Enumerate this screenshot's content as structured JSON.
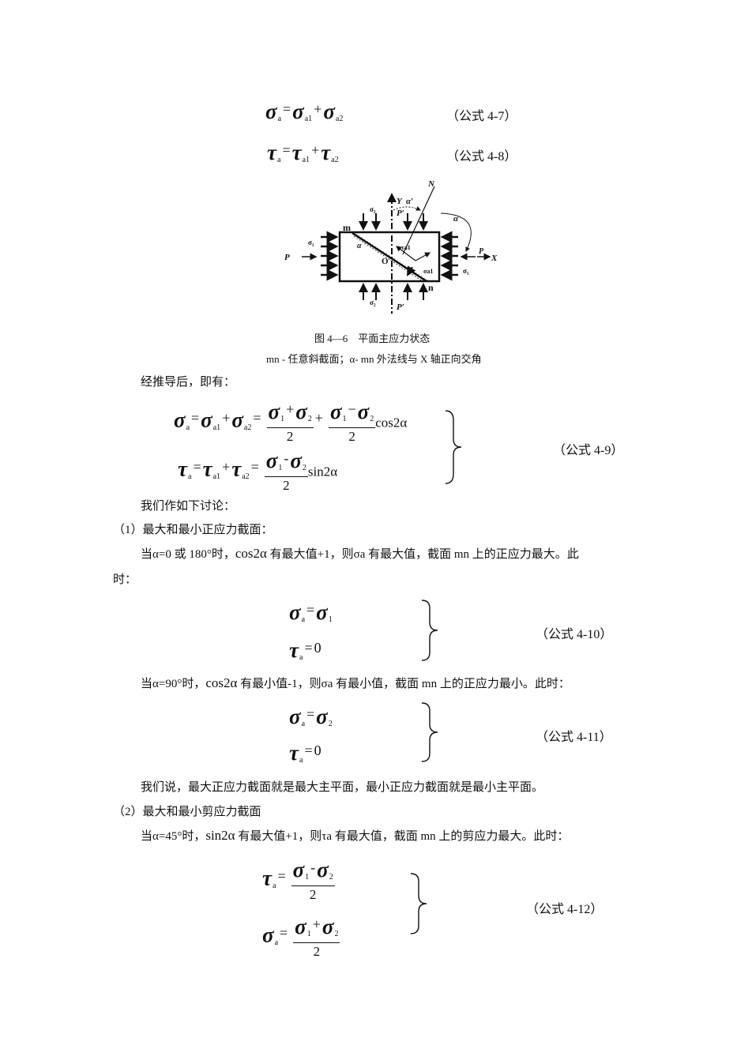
{
  "equations": {
    "sym_sigma": "σ",
    "sym_tau": "τ",
    "sub_a": "a",
    "sub_a1": "a1",
    "sub_a2": "a2",
    "sub_1": "1",
    "sub_2": "2",
    "eq_sign": "=",
    "plus": "+",
    "minus": "−",
    "hyphen_minus": "-",
    "two": "2",
    "zero": "0",
    "cos2a": "cos2α",
    "sin2a": "sin2α"
  },
  "tags": {
    "t47": "（公式 4-7）",
    "t48": "（公式 4-8）",
    "t49": "（公式 4-9）",
    "t410": "（公式 4-10）",
    "t411": "（公式 4-11）",
    "t412": "（公式 4-12）"
  },
  "figure": {
    "labels": {
      "N": "N",
      "Y": "Y",
      "alpha_prime": "α′",
      "P_prime_top": "P′",
      "P_prime_bottom": "P′",
      "alpha_right": "α",
      "sigma2_top": "σ₂",
      "sigma2_bottom": "σ₂",
      "m": "m",
      "sigma1_left": "σ₁",
      "sigma1_right": "σ₁",
      "alpha_inner": "α",
      "tau_a1": "τa1",
      "P_left": "P",
      "P_right": "P",
      "X": "X",
      "O": "O",
      "sigma_a1": "σa1",
      "n": "n"
    },
    "caption_title": "图 4—6　平面主应力状态",
    "caption_note": "mn - 任意斜截面；α- mn 外法线与 X 轴正向交角"
  },
  "text": {
    "p1": "经推导后，即有：",
    "p2": "我们作如下讨论：",
    "h1": "（1）最大和最小正应力截面：",
    "p3a": "当α=0 或 180°时，",
    "p3b": "有最大值+1，则σa 有最大值，截面 mn 上的正应力最大。此",
    "p3c": "时：",
    "p4a": "当α=90°时，",
    "p4b": "有最小值-1，则σa 有最小值，截面 mn 上的正应力最小。此时：",
    "p5": "我们说，最大正应力截面就是最大主平面，最小正应力截面就是最小主平面。",
    "h2": "（2）最大和最小剪应力截面",
    "p6a": "当α=45°时，",
    "p6b": "有最大值+1，则τa 有最大值，截面 mn 上的剪应力最大。此时："
  }
}
